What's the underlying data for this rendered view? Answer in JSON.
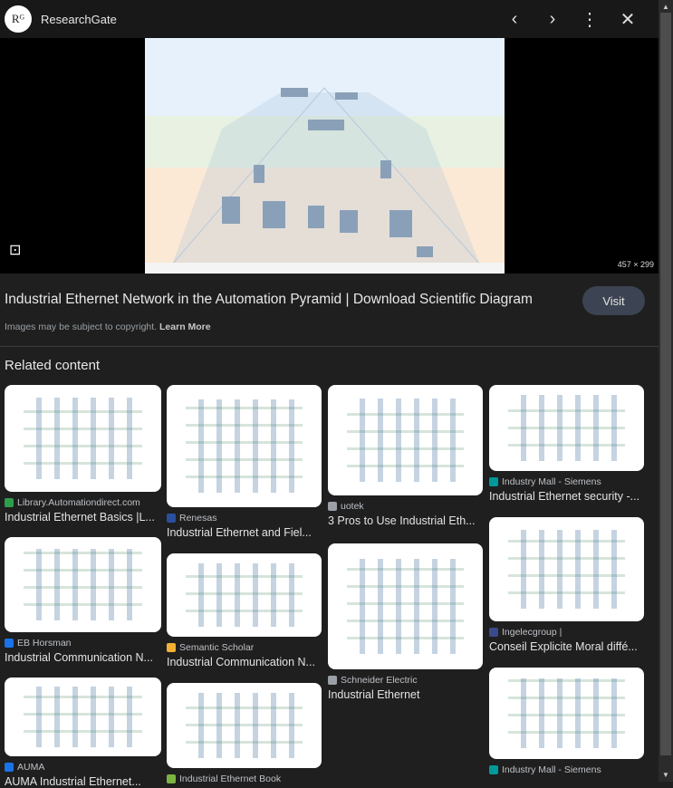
{
  "header": {
    "logo_text": "Rᴳ",
    "site": "ResearchGate"
  },
  "viewer": {
    "dimensions": "457 × 299"
  },
  "result": {
    "title": "Industrial Ethernet Network in the Automation Pyramid | Download Scientific Diagram",
    "visit_label": "Visit",
    "copyright": "Images may be subject to copyright.",
    "learn_more": "Learn More"
  },
  "related": {
    "heading": "Related content",
    "items": [
      {
        "source": "Library.Automationdirect.com",
        "title": "Industrial Ethernet Basics |L...",
        "color": "#2e9e4a"
      },
      {
        "source": "EB Horsman",
        "title": "Industrial Communication N...",
        "color": "#1a73e8"
      },
      {
        "source": "AUMA",
        "title": "AUMA Industrial Ethernet...",
        "color": "#1a73e8"
      },
      {
        "source": "Renesas",
        "title": "Industrial Ethernet and Fiel...",
        "color": "#2a4f9e"
      },
      {
        "source": "Semantic Scholar",
        "title": "Industrial Communication N...",
        "color": "#f2b134"
      },
      {
        "source": "Industrial Ethernet Book",
        "title": "",
        "color": "#7cb342"
      },
      {
        "source": "uotek",
        "title": "3 Pros to Use Industrial Eth...",
        "color": "#9aa0a6"
      },
      {
        "source": "Schneider Electric",
        "title": "Industrial Ethernet",
        "color": "#9aa0a6"
      },
      {
        "source": "Industry Mall - Siemens",
        "title": "Industrial Ethernet security -...",
        "color": "#009999"
      },
      {
        "source": "Ingelecgroup |",
        "title": "Conseil Explicite Moral diffé...",
        "color": "#3a4a8a"
      },
      {
        "source": "Industry Mall - Siemens",
        "title": "",
        "color": "#009999"
      }
    ]
  }
}
